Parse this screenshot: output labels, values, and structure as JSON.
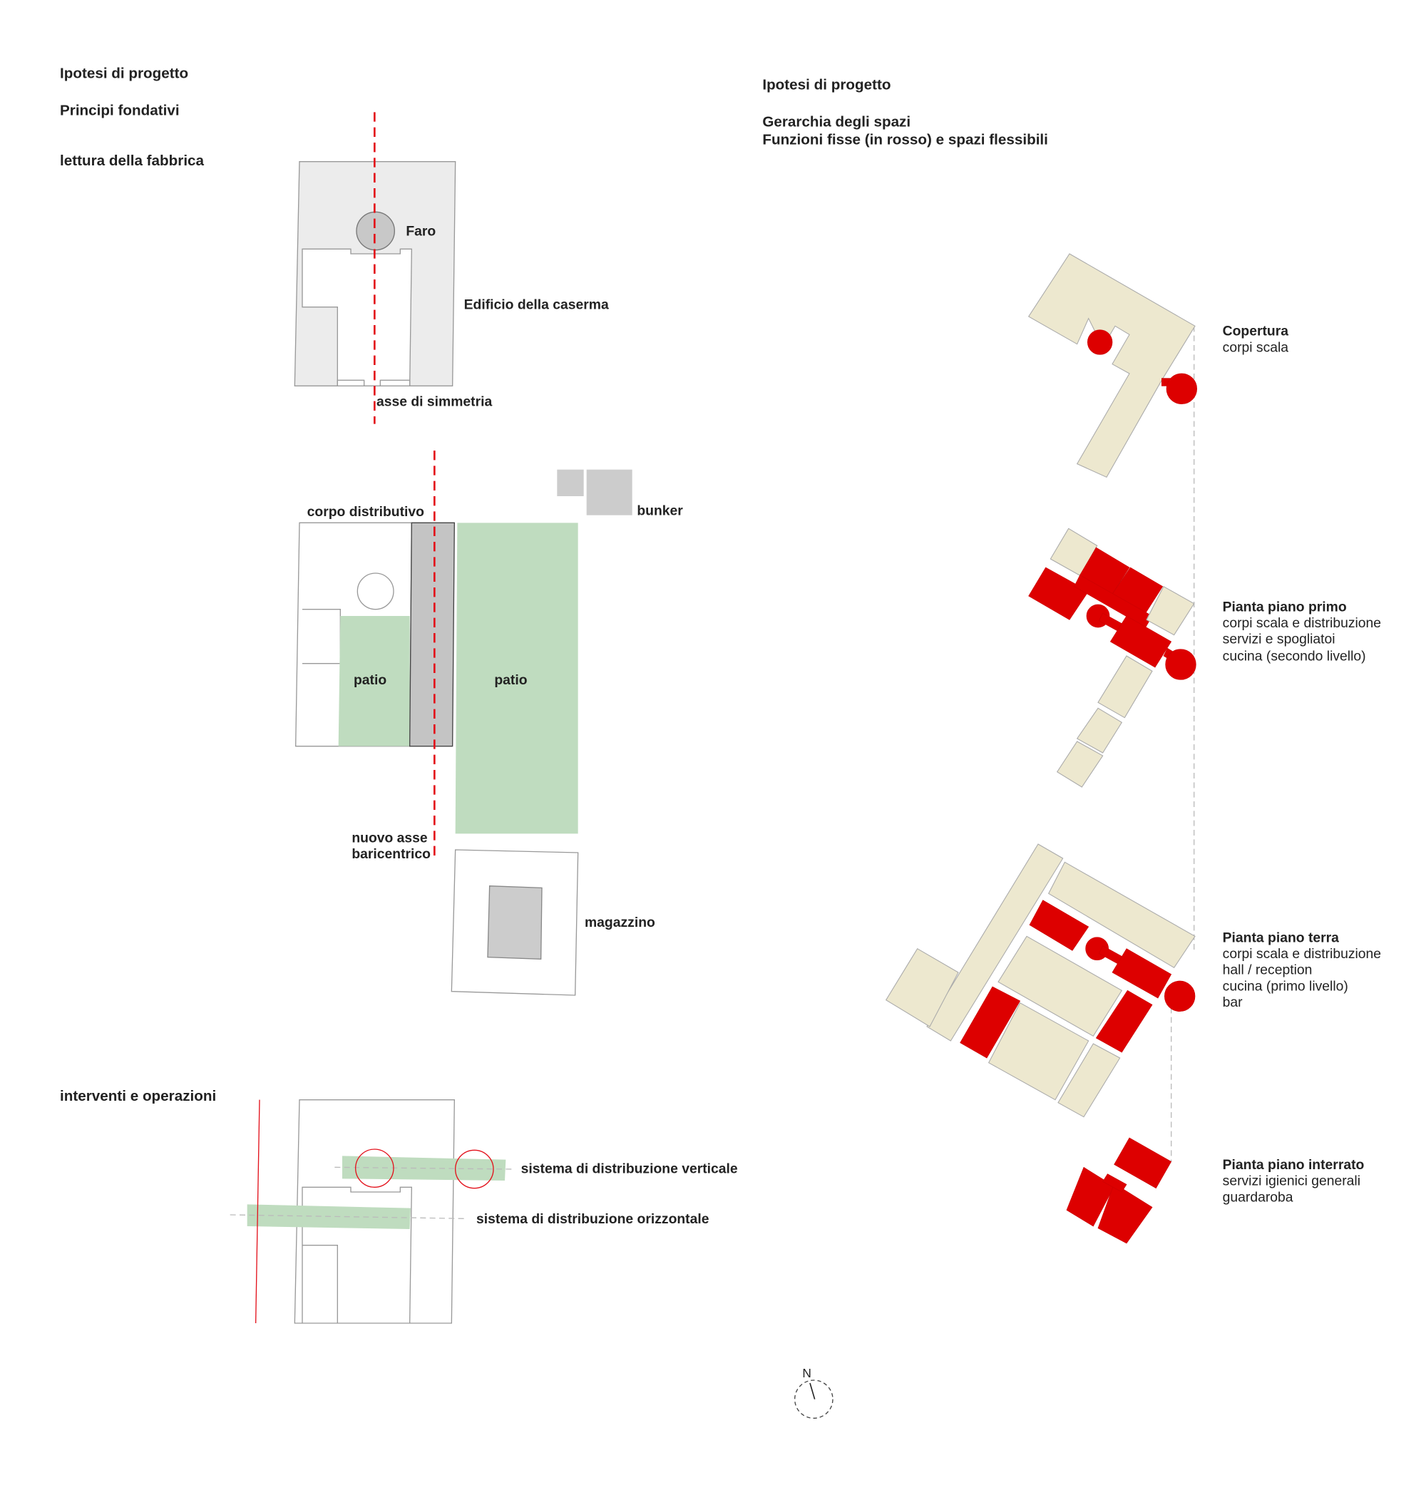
{
  "left": {
    "title": "Ipotesi di progetto",
    "subtitle": "Principi fondativi",
    "section1": "lettura della fabbrica",
    "faro": "Faro",
    "edificio": "Edificio della caserma",
    "asse": "asse di simmetria",
    "corpo": "corpo distributivo",
    "bunker": "bunker",
    "patio1": "patio",
    "patio2": "patio",
    "nuovo_asse_1": "nuovo asse",
    "nuovo_asse_2": "baricentrico",
    "magazzino": "magazzino",
    "section2": "interventi e operazioni",
    "verticale": "sistema di distribuzione verticale",
    "orizzontale": "sistema di distribuzione orizzontale"
  },
  "right": {
    "title": "Ipotesi di progetto",
    "subtitle1": "Gerarchia degli spazi",
    "subtitle2": "Funzioni fisse (in rosso) e spazi flessibili",
    "levels": [
      {
        "name": "Copertura",
        "items": [
          "corpi scala"
        ]
      },
      {
        "name": "Pianta piano primo",
        "items": [
          "corpi scala e distribuzione",
          "servizi e spogliatoi",
          "cucina (secondo livello)"
        ]
      },
      {
        "name": "Pianta piano terra",
        "items": [
          "corpi scala e distribuzione",
          "hall / reception",
          "cucina (primo livello)",
          "bar"
        ]
      },
      {
        "name": "Pianta piano interrato",
        "items": [
          "servizi igienici generali",
          "guardaroba"
        ]
      }
    ]
  },
  "compass": {
    "label": "N"
  },
  "colors": {
    "fixed": "#dd0000",
    "flexible": "#ede8cf",
    "patio": "#bfdcbf",
    "axis": "#e3111b"
  }
}
